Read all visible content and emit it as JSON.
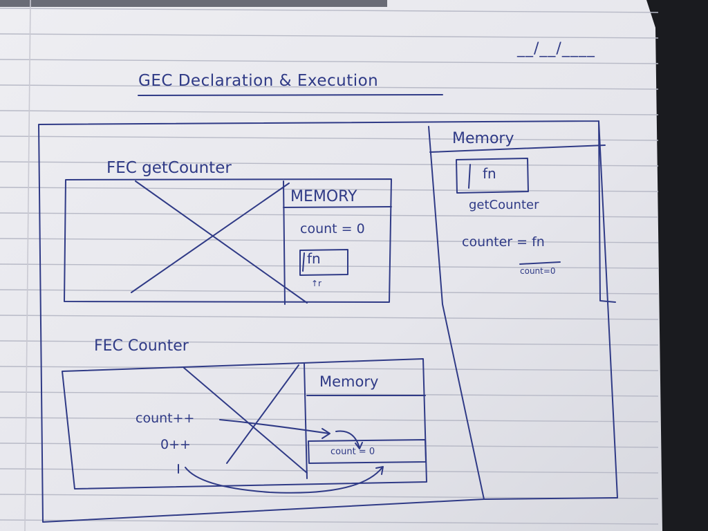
{
  "date_blank": "__/__/____",
  "title": "GEC Declaration & Execution",
  "fec_getcounter": {
    "title": "FEC getCounter",
    "memory_title": "MEMORY",
    "count_entry": "count = 0",
    "fn_box": "fn",
    "arrow_note": "↑r"
  },
  "global_memory": {
    "title": "Memory",
    "fn_box": "fn",
    "getcounter_label": "getCounter",
    "counter_entry": "counter = fn",
    "count_entry": "count=0"
  },
  "fec_counter": {
    "title": "FEC Counter",
    "memory_title": "Memory",
    "code_line_1": "count++",
    "code_line_2": "0++",
    "count_entry": "count = 0"
  },
  "colors": {
    "ink": "#2f3a86",
    "paper": "#e9e9ed",
    "rule_line": "#b7b9c6",
    "margin_line": "#c9c9d2",
    "background": "#1a1b1f"
  }
}
